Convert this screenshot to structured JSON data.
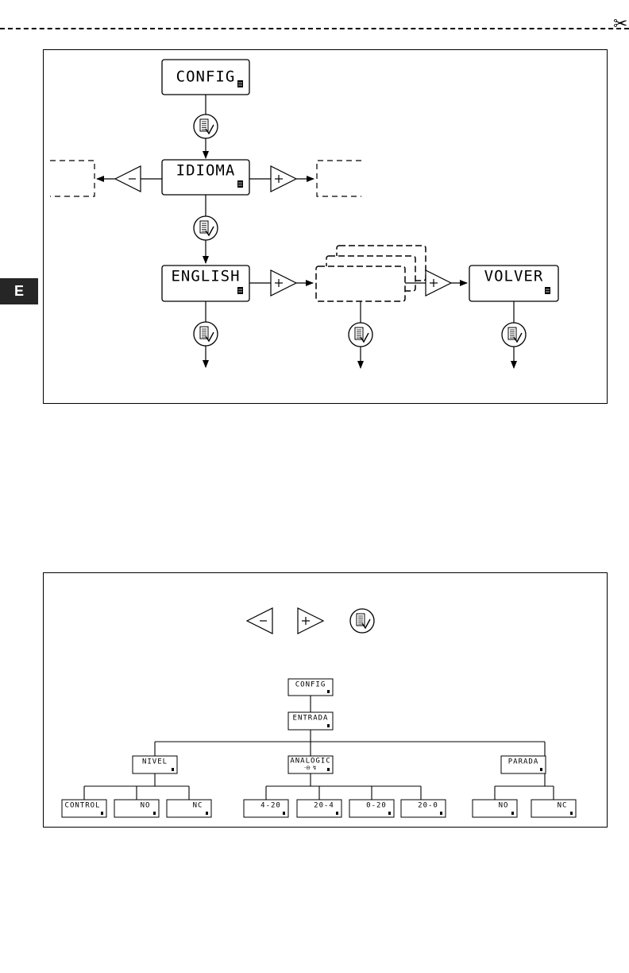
{
  "tab": {
    "label": "E"
  },
  "diagram1": {
    "displays": {
      "config": "CONFIG",
      "idioma": "IDIOMA",
      "english": "ENGLISH",
      "volver": "VOLVER"
    }
  },
  "diagram2": {
    "legend_icons": [
      "minus-key-icon",
      "plus-key-icon",
      "enter-key-icon"
    ],
    "tree": {
      "root": "CONFIG",
      "level1": "ENTRADA",
      "groups": [
        {
          "label": "NIVEL",
          "children": [
            "CONTROL",
            "NO",
            "NC"
          ]
        },
        {
          "label": "ANALOGIC",
          "children": [
            "4-20",
            "20-4",
            "0-20",
            "20-0"
          ]
        },
        {
          "label": "PARADA",
          "children": [
            "NO",
            "NC"
          ]
        }
      ]
    }
  }
}
